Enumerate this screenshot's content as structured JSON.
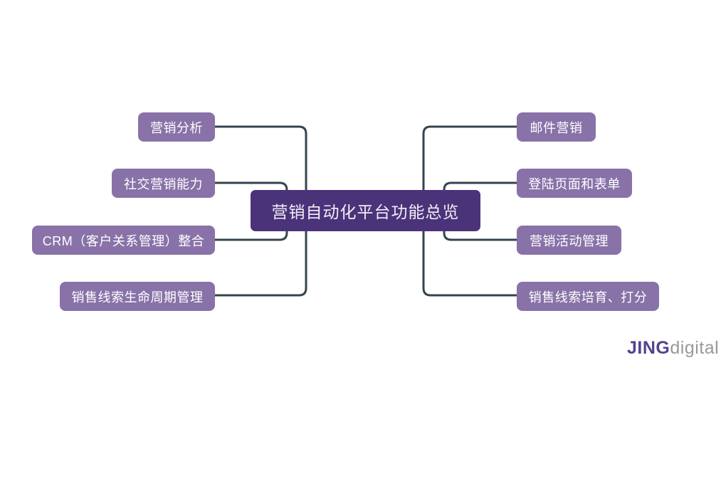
{
  "diagram": {
    "center": {
      "label": "营销自动化平台功能总览"
    },
    "left_nodes": [
      {
        "label": "营销分析"
      },
      {
        "label": "社交营销能力"
      },
      {
        "label": "CRM（客户关系管理）整合"
      },
      {
        "label": "销售线索生命周期管理"
      }
    ],
    "right_nodes": [
      {
        "label": "邮件营销"
      },
      {
        "label": "登陆页面和表单"
      },
      {
        "label": "营销活动管理"
      },
      {
        "label": "销售线索培育、打分"
      }
    ],
    "logo": {
      "brand_bold": "JING",
      "brand_light": "digital"
    },
    "colors": {
      "background": "#ffffff",
      "center_fill": "#4b3379",
      "center_text": "#f2eef7",
      "node_fill": "#8872a8",
      "node_text": "#ffffff",
      "line": "#35454f",
      "logo_bold": "#54428e",
      "logo_light": "#98979d"
    }
  }
}
